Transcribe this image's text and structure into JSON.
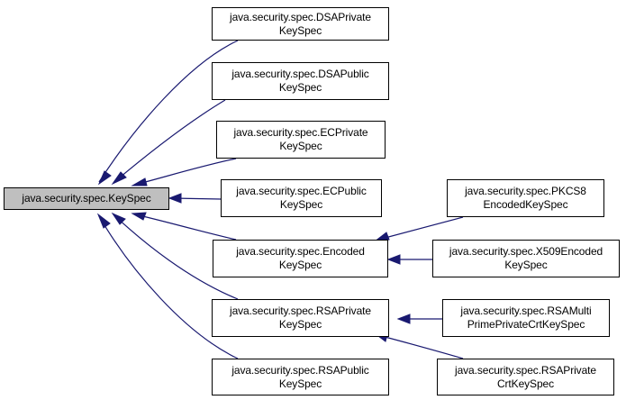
{
  "diagram": {
    "colors": {
      "edge": "#191970",
      "root_fill": "#bfbfbf",
      "node_fill": "#ffffff",
      "node_border": "#000000"
    },
    "nodes": {
      "keyspec": "java.security.spec.KeySpec",
      "dsa_private": "java.security.spec.DSAPrivate\nKeySpec",
      "dsa_public": "java.security.spec.DSAPublic\nKeySpec",
      "ec_private": "java.security.spec.ECPrivate\nKeySpec",
      "ec_public": "java.security.spec.ECPublic\nKeySpec",
      "encoded": "java.security.spec.Encoded\nKeySpec",
      "rsa_private": "java.security.spec.RSAPrivate\nKeySpec",
      "rsa_public": "java.security.spec.RSAPublic\nKeySpec",
      "pkcs8": "java.security.spec.PKCS8\nEncodedKeySpec",
      "x509": "java.security.spec.X509Encoded\nKeySpec",
      "rsa_multi": "java.security.spec.RSAMulti\nPrimePrivateCrtKeySpec",
      "rsa_private_crt": "java.security.spec.RSAPrivate\nCrtKeySpec"
    },
    "edges": [
      {
        "from": "dsa_private",
        "to": "keyspec"
      },
      {
        "from": "dsa_public",
        "to": "keyspec"
      },
      {
        "from": "ec_private",
        "to": "keyspec"
      },
      {
        "from": "ec_public",
        "to": "keyspec"
      },
      {
        "from": "encoded",
        "to": "keyspec"
      },
      {
        "from": "rsa_private",
        "to": "keyspec"
      },
      {
        "from": "rsa_public",
        "to": "keyspec"
      },
      {
        "from": "pkcs8",
        "to": "encoded"
      },
      {
        "from": "x509",
        "to": "encoded"
      },
      {
        "from": "rsa_multi",
        "to": "rsa_private"
      },
      {
        "from": "rsa_private_crt",
        "to": "rsa_private"
      }
    ]
  }
}
